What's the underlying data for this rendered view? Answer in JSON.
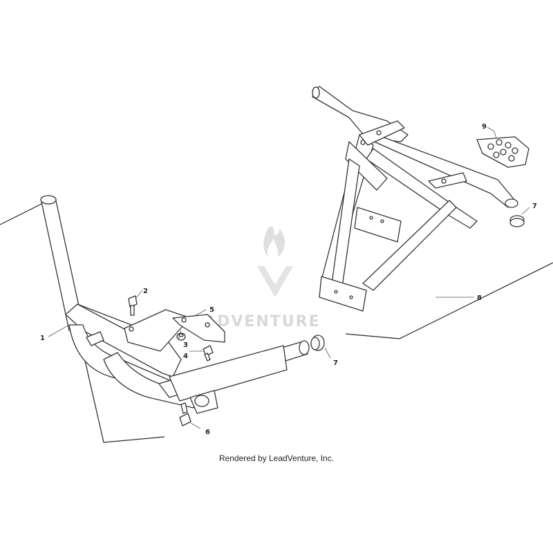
{
  "callouts": {
    "c1": "1",
    "c2": "2",
    "c3": "3",
    "c4": "4",
    "c5": "5",
    "c6": "6",
    "c7a": "7",
    "c7b": "7",
    "c8": "8",
    "c9": "9"
  },
  "watermark": {
    "text": "LEADVENTURE"
  },
  "footer": {
    "text": "Rendered by LeadVenture, Inc."
  },
  "colors": {
    "line": "#222222",
    "watermark": "#d4d4d4",
    "background": "#ffffff"
  }
}
